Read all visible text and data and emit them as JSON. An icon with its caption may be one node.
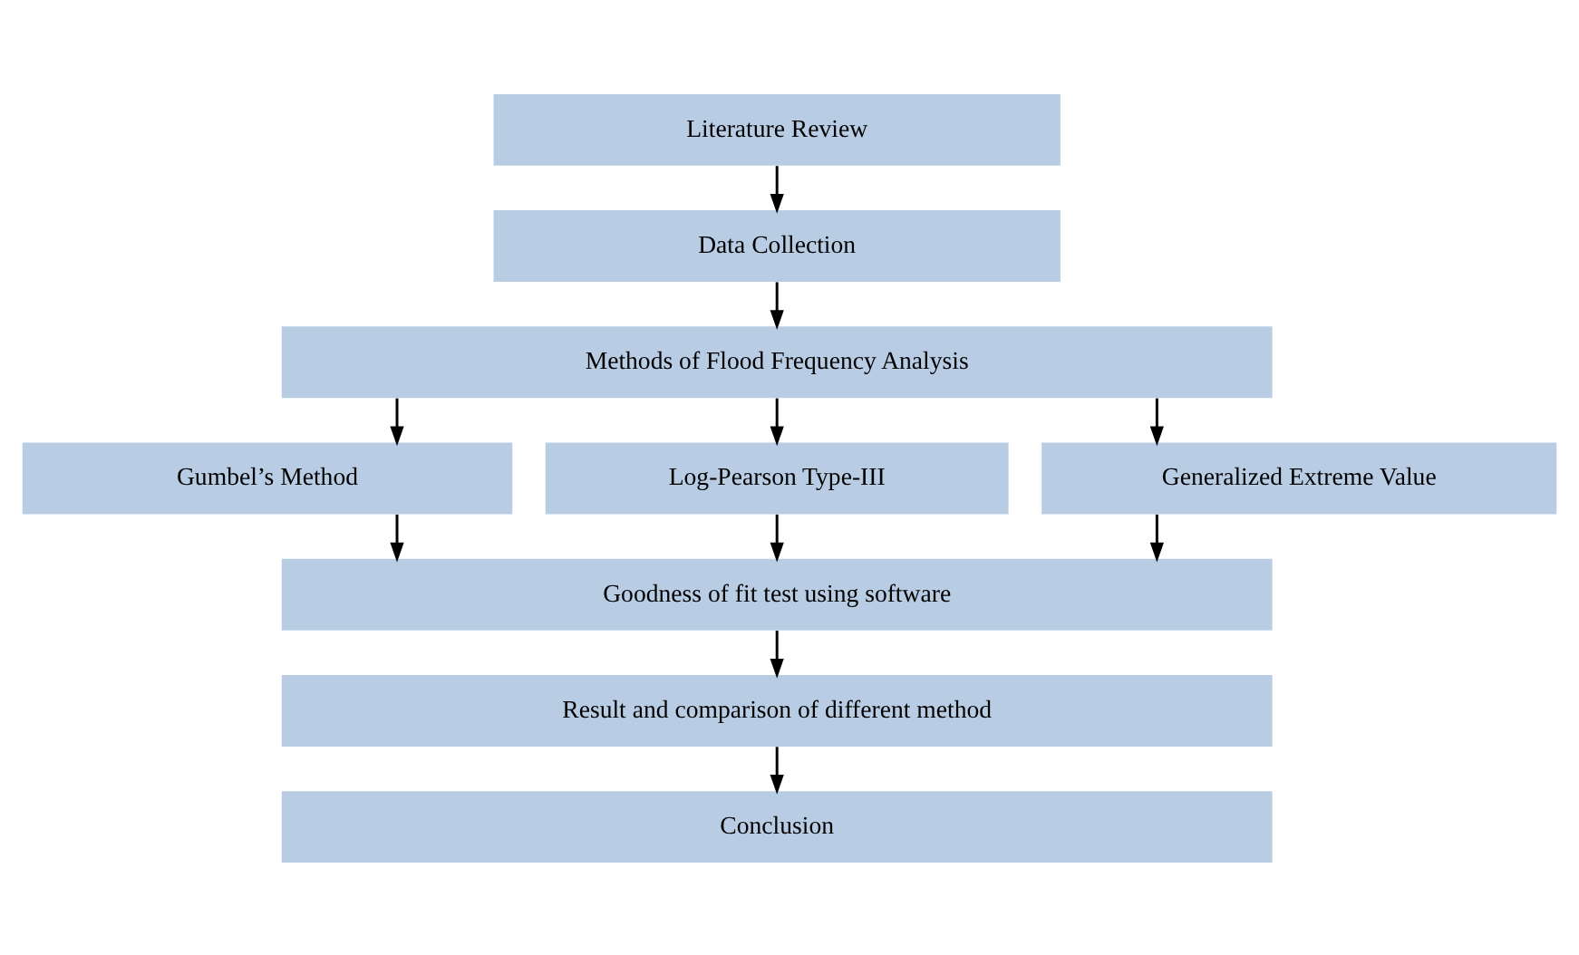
{
  "diagram": {
    "nodes": [
      {
        "text": [
          "Literature Review"
        ]
      },
      {
        "text": [
          "Data Collection"
        ]
      },
      {
        "text": [
          "Methods of Flood Frequency Analysis"
        ]
      },
      {
        "text": [
          "Gumbel’s Method"
        ]
      },
      {
        "text": [
          "Log-Pearson Type-III"
        ]
      },
      {
        "text": [
          "Generalized Extreme Value"
        ]
      },
      {
        "text": [
          "Goodness of fit test using software"
        ]
      },
      {
        "text": [
          "Result and comparison of different method"
        ]
      },
      {
        "text": [
          "Conclusion"
        ]
      }
    ],
    "edges": [
      {
        "from": 0,
        "to": 1,
        "arrow": "to"
      },
      {
        "from": 1,
        "to": 2,
        "arrow": "to"
      },
      {
        "from": 2,
        "to": 3,
        "arrow": "to"
      },
      {
        "from": 2,
        "to": 4,
        "arrow": "to"
      },
      {
        "from": 2,
        "to": 5,
        "arrow": "to"
      },
      {
        "from": 3,
        "to": 6,
        "arrow": "to"
      },
      {
        "from": 4,
        "to": 6,
        "arrow": "to"
      },
      {
        "from": 5,
        "to": 6,
        "arrow": "to"
      },
      {
        "from": 6,
        "to": 7,
        "arrow": "to"
      },
      {
        "from": 7,
        "to": 8,
        "arrow": "to"
      }
    ]
  }
}
